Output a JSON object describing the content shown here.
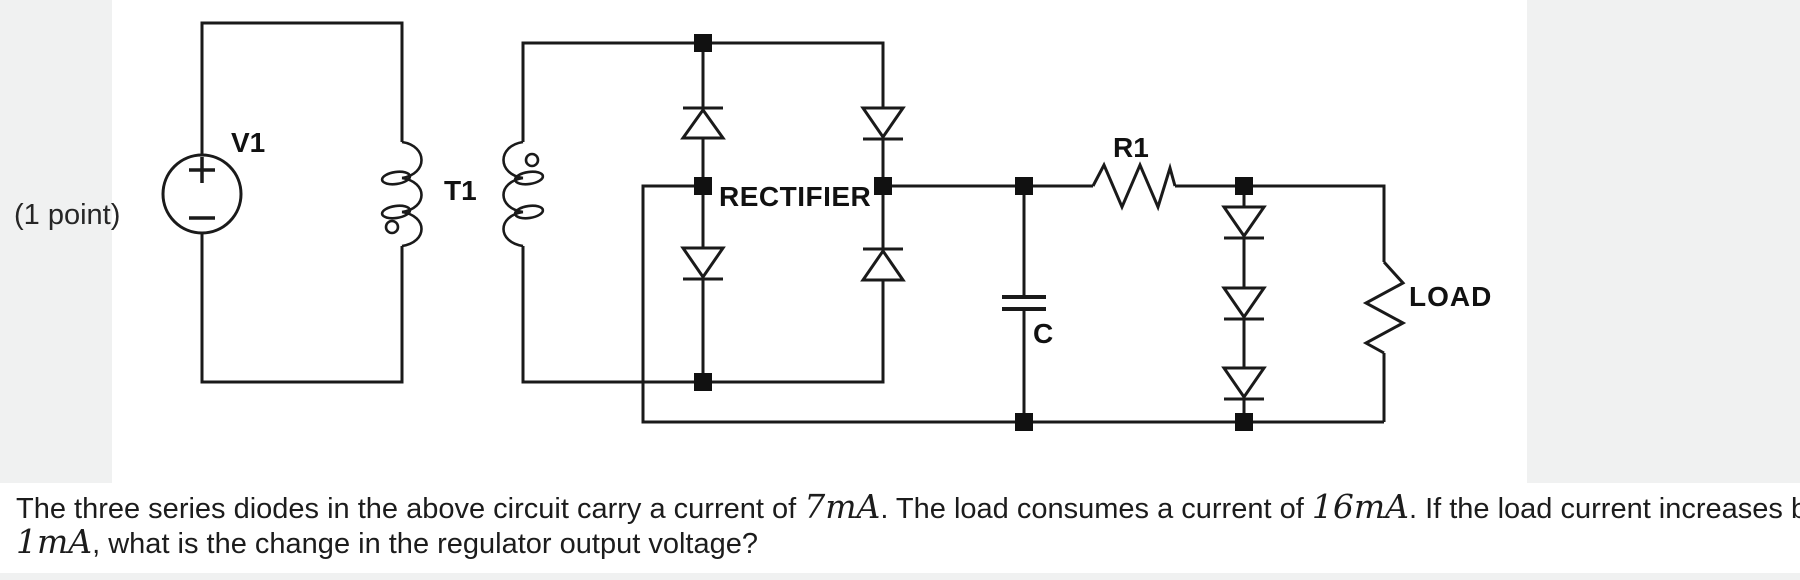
{
  "page": {
    "points_label": "(1 point)",
    "background_color": "#f0f1f1",
    "panel_color": "#ffffff",
    "line_color": "#1a1a1a"
  },
  "circuit": {
    "labels": {
      "source": "V1",
      "transformer": "T1",
      "rectifier": "RECTIFIER",
      "resistor": "R1",
      "capacitor": "C",
      "load": "LOAD"
    }
  },
  "question": {
    "line1_pre": "The three series diodes in the above circuit carry a current of ",
    "math1": "7mA",
    "line1_mid": ". The load consumes a current of ",
    "math2": "16mA",
    "line1_post": ". If the load current increases by",
    "math3": "1mA",
    "line2_post": ", what is the change in the regulator output voltage?"
  }
}
